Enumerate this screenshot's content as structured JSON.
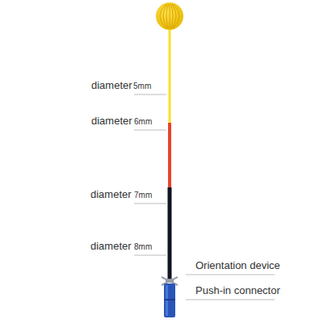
{
  "diagram": {
    "labels": [
      "diameter",
      "5mm",
      "diameter",
      "6mm",
      "diameter",
      "7mm",
      "diameter",
      "8mm",
      "Orientation device",
      "Push-in connector"
    ]
  }
}
